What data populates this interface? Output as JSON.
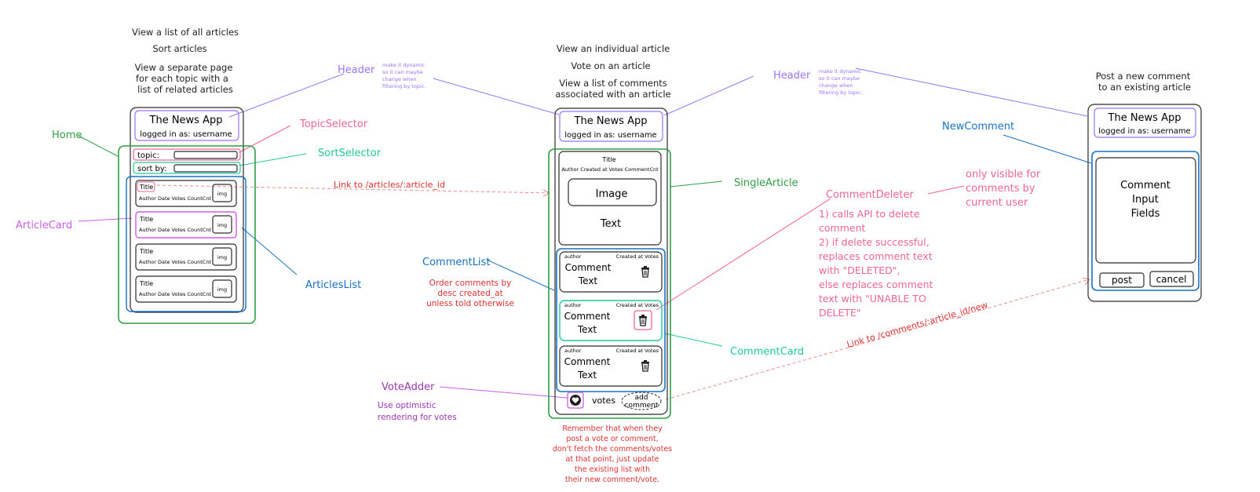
{
  "home_column": {
    "notes": [
      "View a list of all articles",
      "Sort articles",
      "View a separate page",
      "for each topic with a",
      "list of related articles"
    ],
    "header": {
      "title": "The News App",
      "subtitle": "logged in as: username"
    },
    "topic_label": "topic:",
    "sort_label": "sort by:",
    "cards": [
      {
        "title": "Title",
        "meta": "Author  Date  Votes  CountCnt",
        "img": "img"
      },
      {
        "title": "Title",
        "meta": "Author  Date  Votes  CountCnt",
        "img": "img"
      },
      {
        "title": "Title",
        "meta": "Author  Date  Votes  CountCnt",
        "img": "img"
      },
      {
        "title": "Title",
        "meta": "Author  Date  Votes  CountCnt",
        "img": "img"
      }
    ]
  },
  "article_column": {
    "notes": [
      "View an individual article",
      "Vote on an article",
      "View a list of comments",
      "associated with an article"
    ],
    "header": {
      "title": "The News App",
      "subtitle": "logged in as: username"
    },
    "article": {
      "title": "Title",
      "meta": "Author  Created at  Votes  CommentCnt",
      "image": "Image",
      "text": "Text"
    },
    "comments": [
      {
        "author": "author",
        "meta": "Created at  Votes",
        "line1": "Comment",
        "line2": "Text"
      },
      {
        "author": "author",
        "meta": "Created at  Votes",
        "line1": "Comment",
        "line2": "Text"
      },
      {
        "author": "author",
        "meta": "Created at  Votes",
        "line1": "Comment",
        "line2": "Text"
      }
    ],
    "votes_label": "votes",
    "add_comment": [
      "add",
      "comment"
    ]
  },
  "comment_column": {
    "notes": [
      "Post a new comment",
      "to an existing article"
    ],
    "header": {
      "title": "The News App",
      "subtitle": "logged in as: username"
    },
    "fields": [
      "Comment",
      "Input",
      "Fields"
    ],
    "post_button": "post",
    "cancel_button": "cancel"
  },
  "labels": {
    "header_1": "Header",
    "header_1_note": [
      "make it dynamic",
      "so it can maybe",
      "change when",
      "filtering by topic."
    ],
    "header_2": "Header",
    "header_2_note": [
      "make it dynamic",
      "so it can maybe",
      "change when",
      "filtering by topic."
    ],
    "home": "Home",
    "topic_selector": "TopicSelector",
    "sort_selector": "SortSelector",
    "article_card": "ArticleCard",
    "articles_list": "ArticlesList",
    "link_article": "Link to /articles/:article_id",
    "single_article": "SingleArticle",
    "comment_list": "CommentList",
    "comment_list_note": [
      "Order comments by",
      "desc created_at",
      "unless told otherwise"
    ],
    "comment_card": "CommentCard",
    "vote_adder": "VoteAdder",
    "vote_adder_note": [
      "Use optimistic",
      "rendering for votes"
    ],
    "remember_note": [
      "Remember that when they",
      "post a vote or comment,",
      "don't fetch the comments/votes",
      "at that point, just update",
      "the existing list with",
      "their new comment/vote."
    ],
    "new_comment": "NewComment",
    "comment_deleter": "CommentDeleter",
    "comment_deleter_note": [
      "1) calls API to delete",
      "comment",
      "2) if delete successful,",
      "replaces comment text",
      "with \"DELETED\",",
      "else replaces comment",
      "text with \"UNABLE TO",
      "DELETE\""
    ],
    "only_visible_note": [
      "only visible for",
      "comments by",
      "current user"
    ],
    "link_comment": "Link to /comments/:article_id/new"
  },
  "colors": {
    "purple": "#9775fa",
    "red": "#e03131",
    "pink": "#f06595",
    "teal": "#20c997",
    "green": "#2f9e44",
    "blue": "#1971c2",
    "magenta": "#cc5de8",
    "dark_purple": "#9c36b5",
    "red_dash": "#f08c8c"
  }
}
